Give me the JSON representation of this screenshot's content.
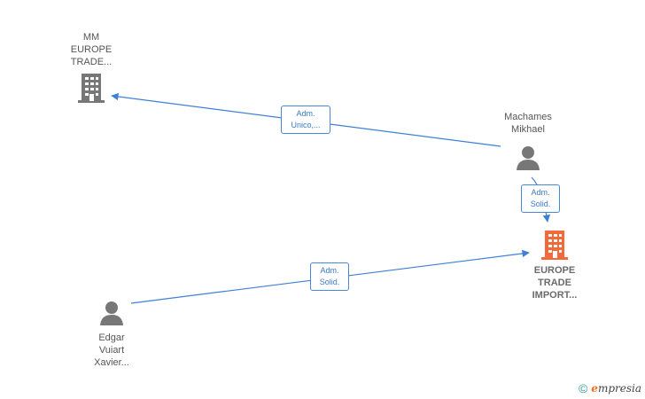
{
  "nodes": {
    "mm_europe": {
      "label_lines": [
        "MM",
        "EUROPE",
        "TRADE..."
      ],
      "icon": "building-icon",
      "color": "#777777"
    },
    "machames": {
      "label_lines": [
        "Machames",
        "Mikhael"
      ],
      "icon": "person-icon",
      "color": "#777777"
    },
    "europe_trade": {
      "label_lines": [
        "EUROPE",
        "TRADE",
        "IMPORT..."
      ],
      "icon": "building-icon",
      "color": "#f26a3a"
    },
    "edgar": {
      "label_lines": [
        "Edgar",
        "Vuiart",
        "Xavier..."
      ],
      "icon": "person-icon",
      "color": "#777777"
    }
  },
  "edges": [
    {
      "from": "machames",
      "to": "mm_europe",
      "label_lines": [
        "Adm.",
        "Unico,..."
      ]
    },
    {
      "from": "machames",
      "to": "europe_trade",
      "label_lines": [
        "Adm.",
        "Solid."
      ]
    },
    {
      "from": "edgar",
      "to": "europe_trade",
      "label_lines": [
        "Adm.",
        "Solid."
      ]
    }
  ],
  "colors": {
    "edge": "#3f7fd6",
    "badge_border": "#4a87d6"
  },
  "footer": {
    "copyright_symbol": "©",
    "brand_first": "e",
    "brand_rest": "mpresia"
  }
}
